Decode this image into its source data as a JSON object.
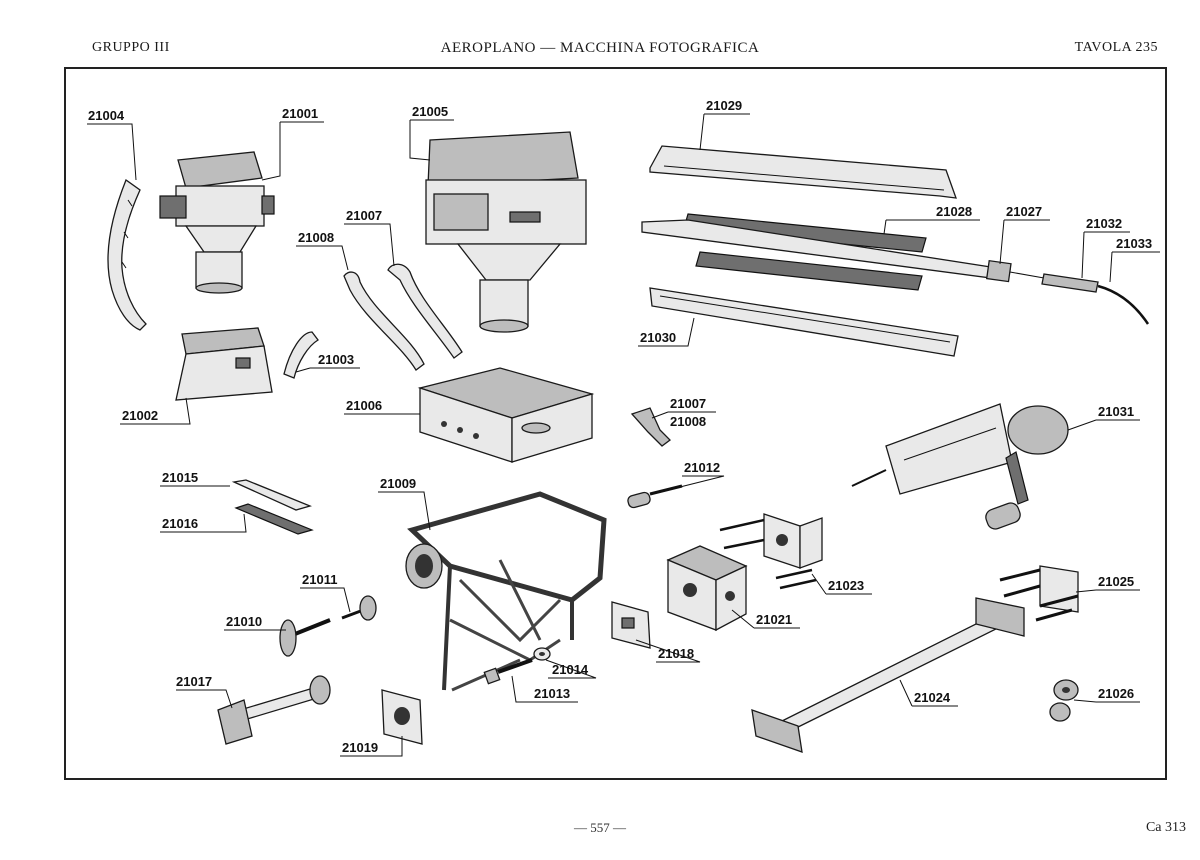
{
  "header": {
    "left": "GRUPPO III",
    "center": "AEROPLANO — MACCHINA FOTOGRAFICA",
    "right": "TAVOLA 235"
  },
  "footer": {
    "page_number": "— 557 —",
    "code": "Ca 313"
  },
  "parts": {
    "p21004": "21004",
    "p21001": "21001",
    "p21005": "21005",
    "p21029": "21029",
    "p21007a": "21007",
    "p21008a": "21008",
    "p21028": "21028",
    "p21027": "21027",
    "p21032": "21032",
    "p21033": "21033",
    "p21003": "21003",
    "p21030": "21030",
    "p21002": "21002",
    "p21006": "21006",
    "p21007b": "21007",
    "p21008b": "21008",
    "p21031": "21031",
    "p21012": "21012",
    "p21015": "21015",
    "p21009": "21009",
    "p21016": "21016",
    "p21023": "21023",
    "p21011": "21011",
    "p21025": "21025",
    "p21010": "21010",
    "p21021": "21021",
    "p21014": "21014",
    "p21018": "21018",
    "p21017": "21017",
    "p21013": "21013",
    "p21024": "21024",
    "p21026": "21026",
    "p21019": "21019"
  }
}
